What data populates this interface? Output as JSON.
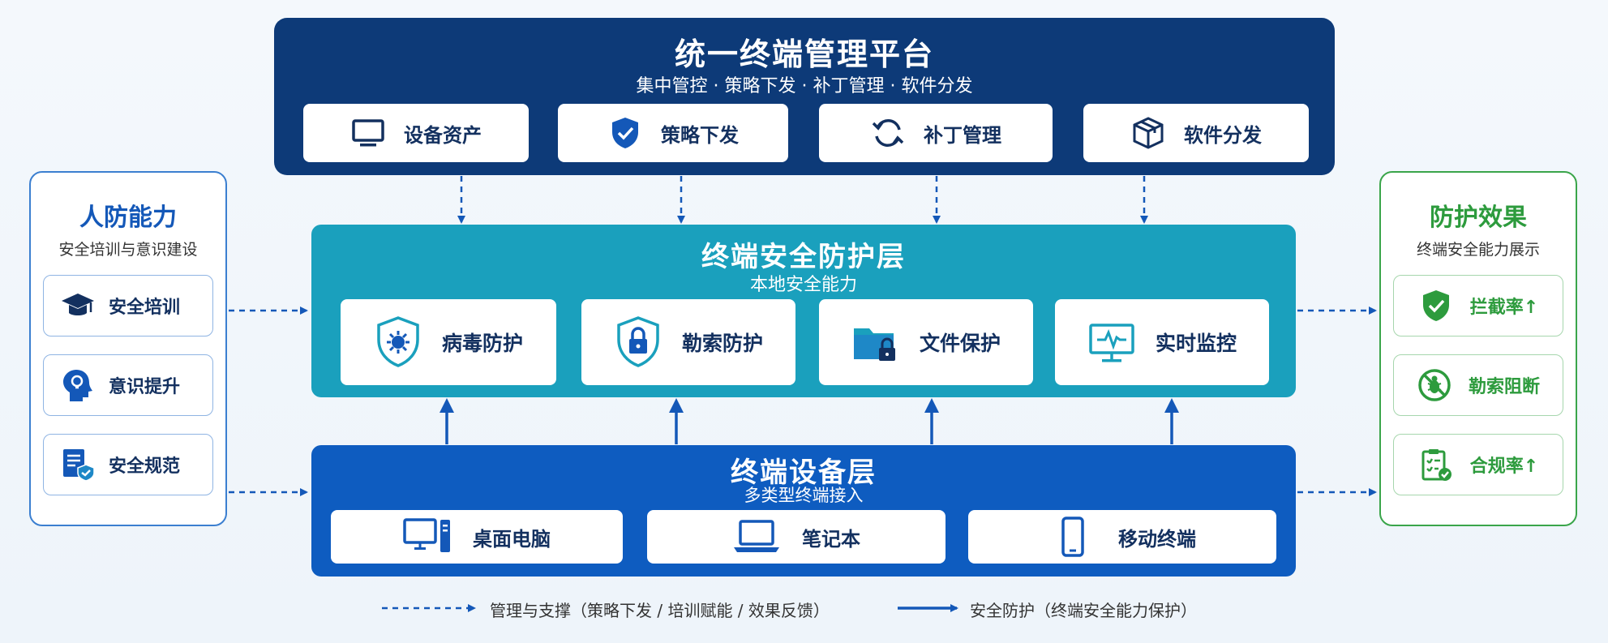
{
  "platform": {
    "title": "统一终端管理平台",
    "subtitle": "集中管控 · 策略下发 · 补丁管理 · 软件分发",
    "cards": [
      {
        "label": "设备资产",
        "icon": "monitor-icon"
      },
      {
        "label": "策略下发",
        "icon": "shield-check-icon"
      },
      {
        "label": "补丁管理",
        "icon": "refresh-icon"
      },
      {
        "label": "软件分发",
        "icon": "package-icon"
      }
    ]
  },
  "protection": {
    "title": "终端安全防护层",
    "subtitle": "本地安全能力",
    "cards": [
      {
        "label": "病毒防护",
        "icon": "virus-shield-icon"
      },
      {
        "label": "勒索防护",
        "icon": "lock-shield-icon"
      },
      {
        "label": "文件保护",
        "icon": "folder-lock-icon"
      },
      {
        "label": "实时监控",
        "icon": "monitor-pulse-icon"
      }
    ]
  },
  "devices": {
    "title": "终端设备层",
    "subtitle": "多类型终端接入",
    "cards": [
      {
        "label": "桌面电脑",
        "icon": "desktop-computer-icon"
      },
      {
        "label": "笔记本",
        "icon": "laptop-icon"
      },
      {
        "label": "移动终端",
        "icon": "mobile-phone-icon"
      }
    ]
  },
  "human": {
    "title": "人防能力",
    "subtitle": "安全培训与意识建设",
    "items": [
      {
        "label": "安全培训",
        "icon": "graduation-cap-icon"
      },
      {
        "label": "意识提升",
        "icon": "head-lightbulb-icon"
      },
      {
        "label": "安全规范",
        "icon": "document-shield-icon"
      }
    ]
  },
  "effects": {
    "title": "防护效果",
    "subtitle": "终端安全能力展示",
    "items": [
      {
        "label": "拦截率↑",
        "icon": "shield-check-icon"
      },
      {
        "label": "勒索阻断",
        "icon": "bug-blocked-icon"
      },
      {
        "label": "合规率↑",
        "icon": "clipboard-check-icon"
      }
    ]
  },
  "legend": {
    "dashed": "管理与支撑（策略下发 / 培训赋能 / 效果反馈）",
    "solid": "安全防护（终端安全能力保护）"
  },
  "colors": {
    "platform": "#0d3a78",
    "protection": "#1aa0bd",
    "device": "#0e5cc0",
    "human_border": "#3b7fd0",
    "effect_green": "#2d9b3d"
  }
}
